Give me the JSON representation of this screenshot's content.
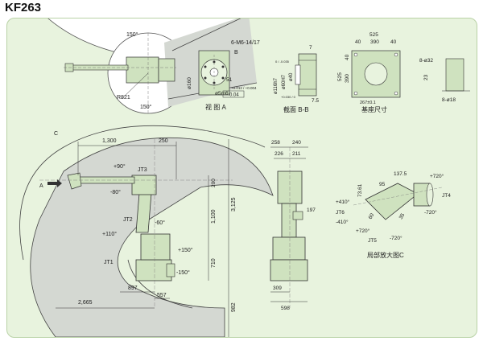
{
  "title": "KF263",
  "top_view": {
    "angle_upper": "150°",
    "angle_lower": "150°",
    "radius": "R821"
  },
  "view_a": {
    "caption": "视 图 A",
    "thread": "6-M6-14/17",
    "section_mark": "B",
    "dia_main": "ø160",
    "dia_fit": "ø5m6",
    "tol_fit": "+0.012 / +0.004",
    "dim_51": "51",
    "flatness": "0.04"
  },
  "section_bb": {
    "caption": "截面 B-B",
    "dim_7": "7",
    "dim_h7": "ø116h7",
    "tol_h7": "0 / -0.035",
    "dim_h7b": "ø60H7",
    "tol_h7b": "+0.030 / 0",
    "dim_40": "ø40",
    "dim_75": "7.5"
  },
  "base": {
    "caption": "基座尺寸",
    "w525": "525",
    "w390": "390",
    "w40a": "40",
    "w40b": "40",
    "h525": "525",
    "h390": "390",
    "h40": "40",
    "tol": "267±0.1",
    "d32": "8-ø32",
    "d18": "8-ø18",
    "d23": "23"
  },
  "side_view": {
    "label_c": "C",
    "label_a": "A",
    "dim_1300": "1,300",
    "dim_250": "250",
    "dim_200": "200",
    "dim_3125": "3,125",
    "dim_1100": "1,100",
    "dim_710": "710",
    "dim_2665": "2,665",
    "dim_897": "897",
    "dim_557": "557",
    "dim_982": "982",
    "ang_p90": "+90°",
    "ang_m80": "-80°",
    "ang_p110": "+110°",
    "ang_m60": "-60°",
    "ang_p150": "+150°",
    "ang_m150": "-150°",
    "jt1": "JT1",
    "jt2": "JT2",
    "jt3": "JT3"
  },
  "front_view": {
    "dim_258": "258",
    "dim_240": "240",
    "dim_226": "226",
    "dim_211": "211",
    "dim_197": "197",
    "dim_309": "309",
    "dim_598": "598"
  },
  "detail_c": {
    "caption": "局部放大图C",
    "dim_1375": "137.5",
    "dim_95": "95",
    "dim_7361": "73.61",
    "dim_35": "35",
    "dim_60": "60",
    "ang_p410": "+410°",
    "ang_m410": "-410°",
    "ang_p720a": "+720°",
    "ang_m720a": "-720°",
    "ang_p720b": "+720°",
    "ang_m720b": "-720°",
    "jt4": "JT4",
    "jt5": "JT5",
    "jt6": "JT6"
  },
  "colors": {
    "panel": "#e8f3de",
    "border": "#b9d2a6",
    "robot": "#cfe2bf",
    "envelope": "#c9cdc8",
    "line": "#333333"
  }
}
